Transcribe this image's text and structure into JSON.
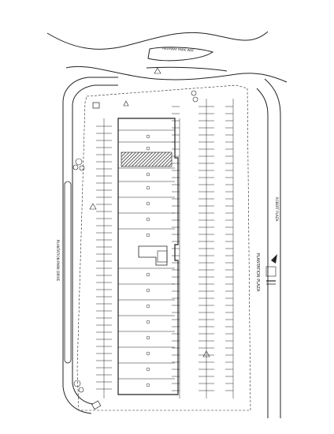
{
  "labels": {
    "north_road": "HIGHWAY PARK WAY",
    "west_road": "PLANTATION PARK DRIVE",
    "east_road": "PLANTATION PLAZA",
    "east_note": "ROBERT PLAZA"
  },
  "colors": {
    "line": "#222222",
    "hatch": "#333333",
    "paper": "#ffffff"
  },
  "icons": {
    "north_arrow": "north-arrow-icon",
    "tree": "tree-icon",
    "sign": "sign-icon"
  }
}
